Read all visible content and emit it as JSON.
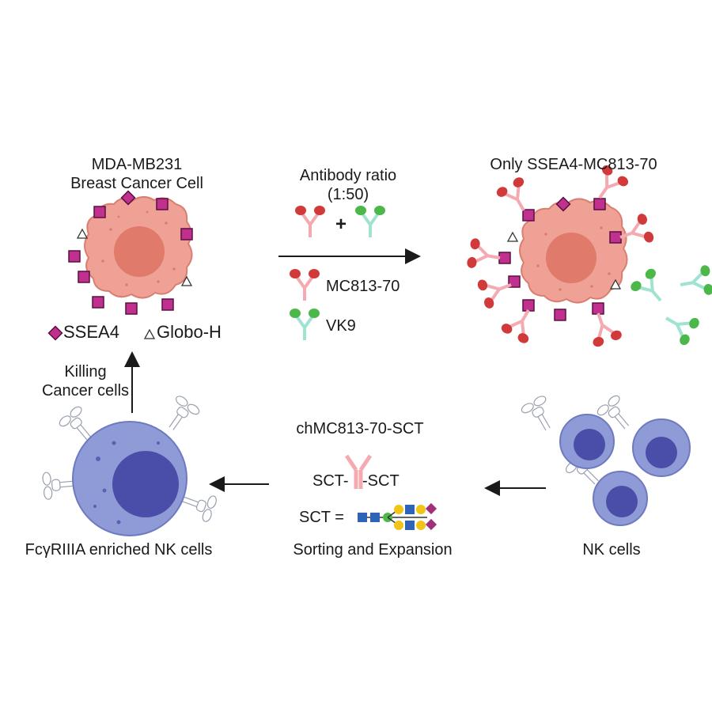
{
  "cancer_cell": {
    "title_line1": "MDA-MB231",
    "title_line2": "Breast Cancer Cell"
  },
  "antigen_legend": {
    "ssea4_label": "SSEA4",
    "globoh_label": "Globo-H"
  },
  "antibody_mix": {
    "title_line1": "Antibody ratio",
    "title_line2": "(1:50)",
    "plus": "+",
    "legend_mc": "MC813-70",
    "legend_vk": "VK9"
  },
  "bound_cell": {
    "title": "Only SSEA4-MC813-70"
  },
  "killing": {
    "line1": "Killing",
    "line2": "Cancer cells"
  },
  "sorting": {
    "title": "chMC813-70-SCT",
    "sct_left": "SCT-",
    "sct_right": "-SCT",
    "sct_eq": "SCT =",
    "caption": "Sorting and Expansion"
  },
  "nk_enriched": {
    "caption": "FcγRIIIA enriched NK cells"
  },
  "nk_cells": {
    "caption": "NK cells"
  },
  "colors": {
    "cancer_fill": "#F0A195",
    "cancer_nucleus": "#E07A6B",
    "ssea4": "#C0318F",
    "mc_antibody_arm": "#F4AAB0",
    "mc_antibody_fab": "#D13A3A",
    "vk_antibody_arm": "#9FE3D0",
    "vk_antibody_fab": "#4DB84A",
    "nk_fill": "#8F9BD6",
    "nk_nucleus": "#4A4EA8"
  }
}
